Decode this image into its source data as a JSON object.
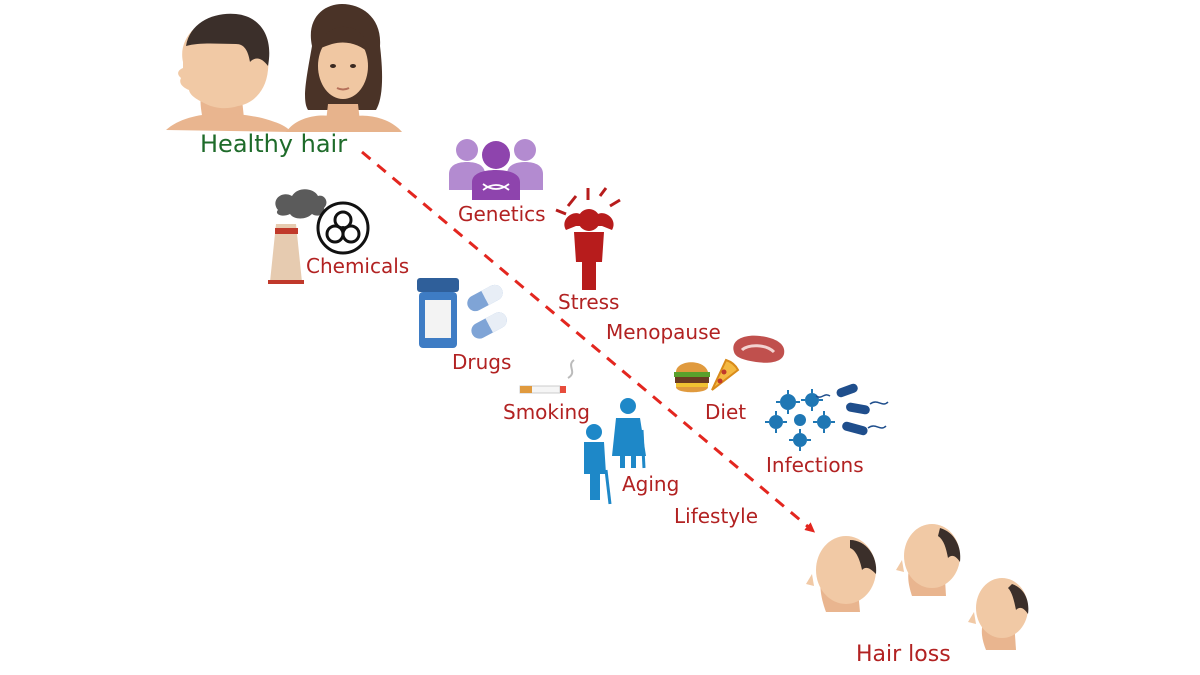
{
  "colors": {
    "healthy_label": "#1e6b2a",
    "factor_label": "#b22222",
    "arrow": "#e3261f",
    "genetics_icon": "#9b59b6",
    "stress_icon": "#b71c1c",
    "aging_icon": "#1e88c8",
    "infection_icon": "#1f77b4",
    "drug_icon": "#2f6fb7"
  },
  "labels": {
    "healthy": "Healthy hair",
    "genetics": "Genetics",
    "chemicals": "Chemicals",
    "stress": "Stress",
    "menopause": "Menopause",
    "drugs": "Drugs",
    "diet": "Diet",
    "smoking": "Smoking",
    "infections": "Infections",
    "aging": "Aging",
    "lifestyle": "Lifestyle",
    "hair_loss": "Hair loss"
  },
  "icons": [
    "man-head-icon",
    "woman-head-icon",
    "dna-family-icon",
    "factory-icon",
    "biohazard-icon",
    "stressed-person-icon",
    "pill-bottle-icon",
    "capsule-icon",
    "steak-icon",
    "burger-icon",
    "pizza-icon",
    "cigarette-icon",
    "elderly-couple-icon",
    "virus-icon",
    "bacteria-icon",
    "balding-head-icon"
  ]
}
